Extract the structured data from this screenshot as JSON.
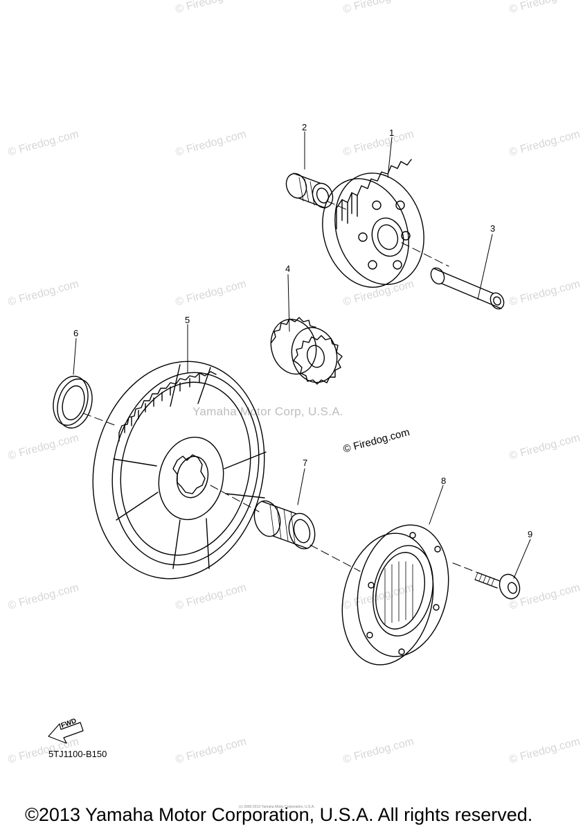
{
  "watermark": {
    "text": "© Firedog.com"
  },
  "center_watermark": "Yamaha Motor Corp, U.S.A.",
  "center_firedog": "© Firedog.com",
  "callouts": [
    "1",
    "2",
    "3",
    "4",
    "5",
    "6",
    "7",
    "8",
    "9"
  ],
  "fwd_label": "FWD",
  "part_code": "5TJ1100-B150",
  "tiny_notice": "(c) 2000-2013 Yamaha Motor Corporation, U.S.A.",
  "copyright": "©2013 Yamaha Motor Corporation, U.S.A. All rights reserved."
}
